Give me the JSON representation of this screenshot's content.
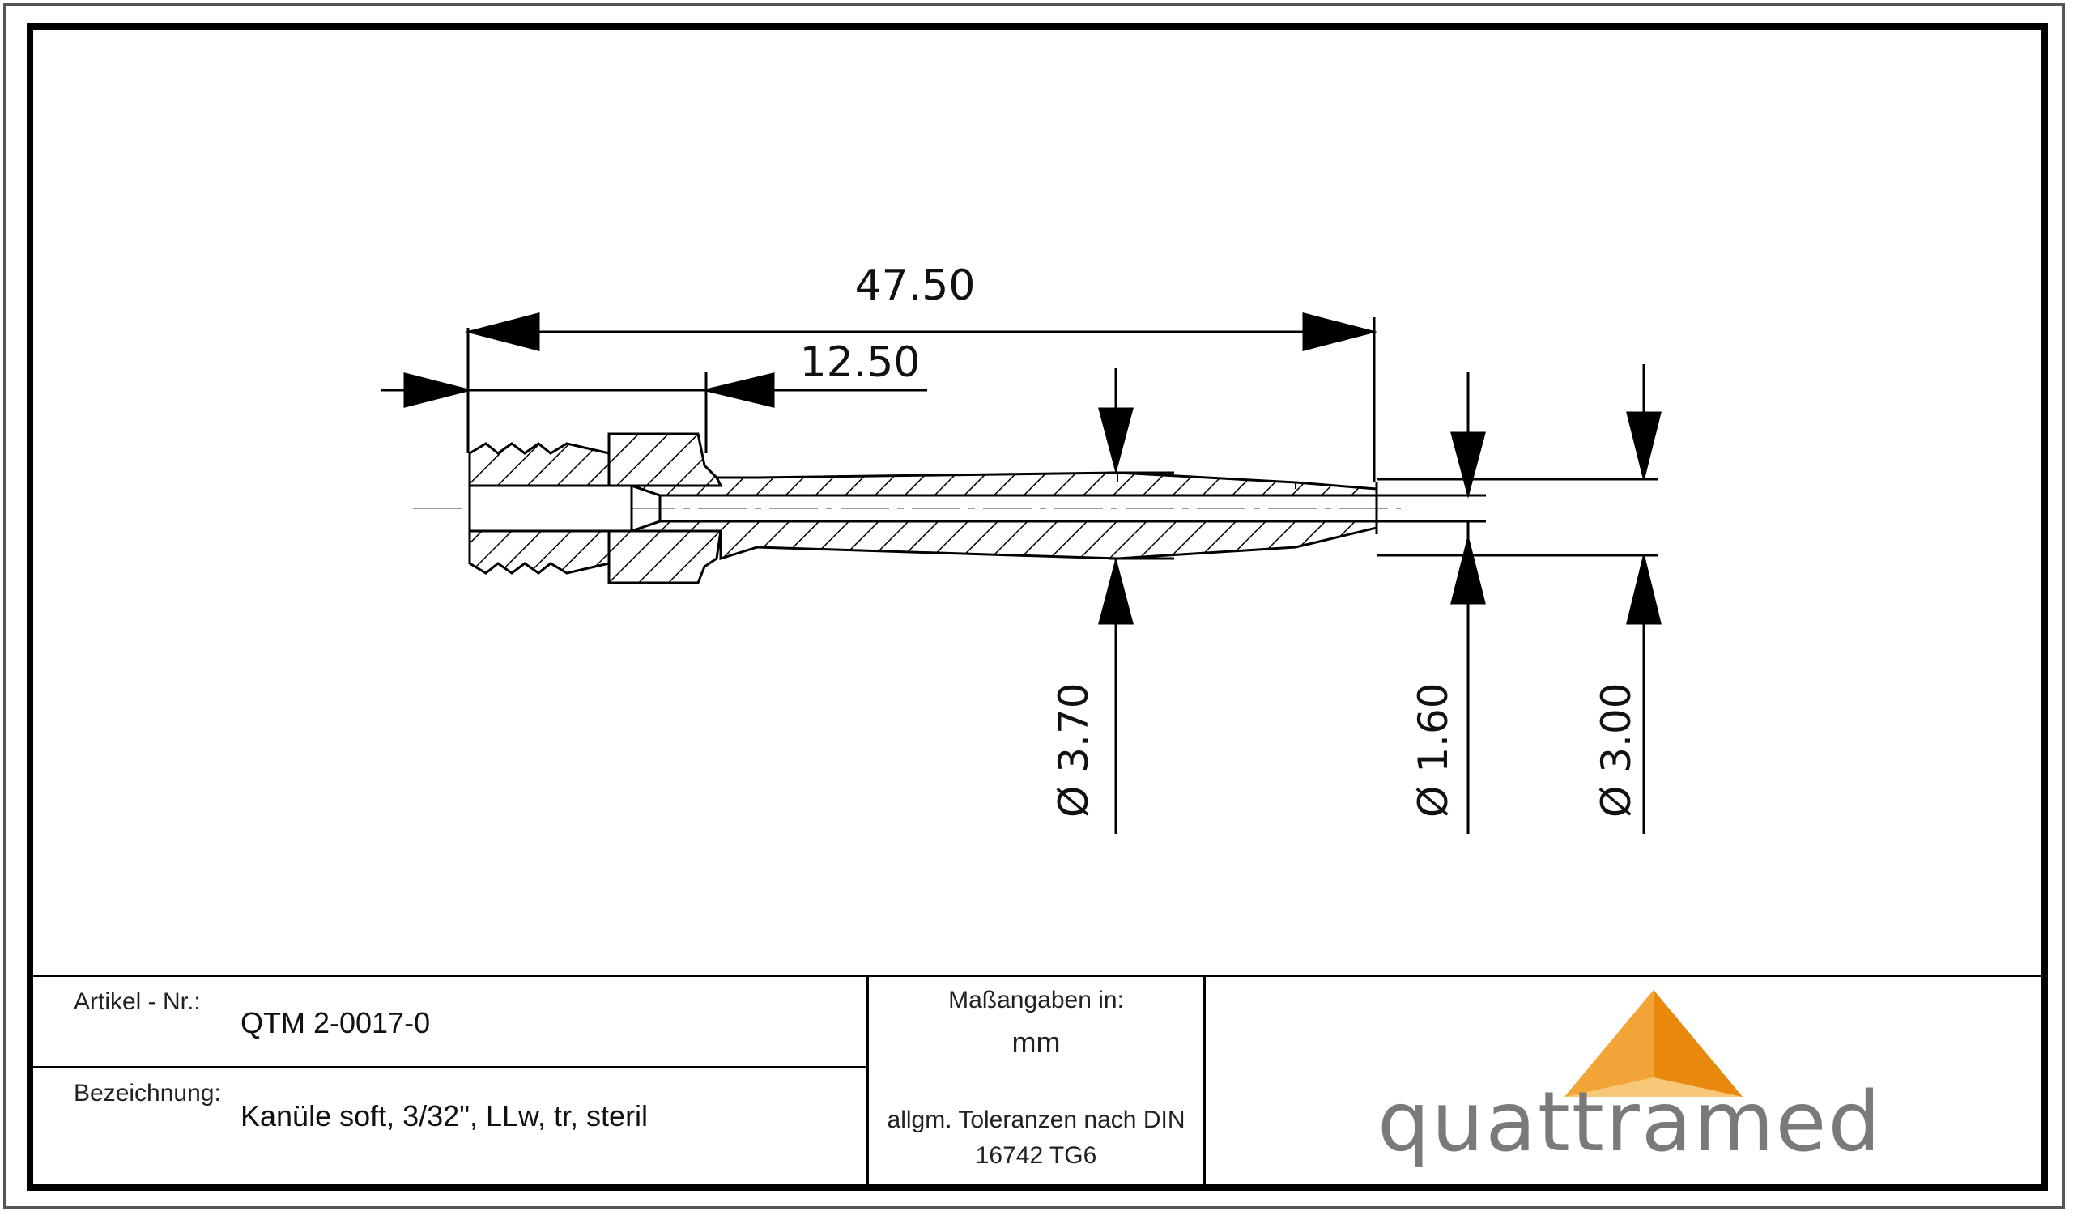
{
  "drawing": {
    "dimensions": {
      "overall_length": "47.50",
      "hub_length": "12.50",
      "dia_outer_hub_tip": "Ø 3.70",
      "dia_inner": "Ø 1.60",
      "dia_outer_tip": "Ø 3.00"
    }
  },
  "title_block": {
    "article_label": "Artikel - Nr.:",
    "article_value": "QTM 2-0017-0",
    "designation_label": "Bezeichnung:",
    "designation_value": "Kanüle soft, 3/32\", LLw, tr, steril",
    "units_label": "Maßangaben in:",
    "units_value": "mm",
    "tolerance_line1": "allgm. Toleranzen nach DIN",
    "tolerance_line2": "16742 TG6",
    "logo_text": "quattramed"
  },
  "colors": {
    "logo_orange_dark": "#e8880c",
    "logo_orange_mid": "#f2a436",
    "logo_orange_light": "#f8c879",
    "logo_gray": "#7a7a7a"
  }
}
